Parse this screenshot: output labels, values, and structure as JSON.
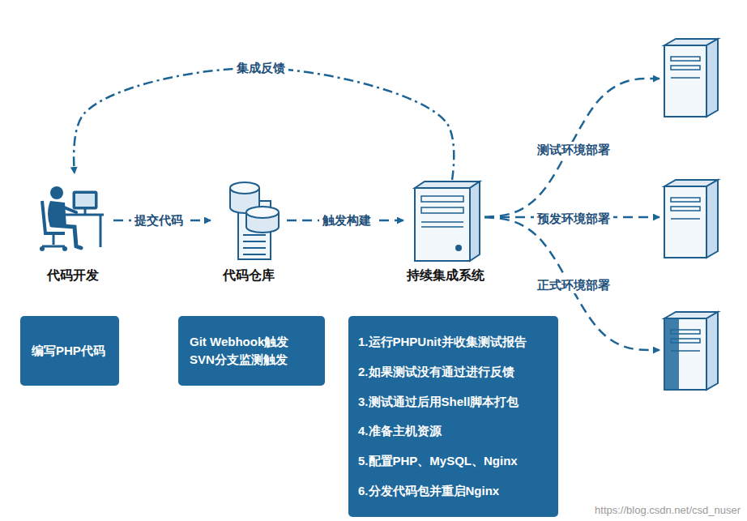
{
  "diagram": {
    "nodes": [
      {
        "text": [
          "代码开发"
        ]
      },
      {
        "text": [
          "代码仓库"
        ]
      },
      {
        "text": [
          "持续集成系统"
        ]
      },
      {
        "text": []
      },
      {
        "text": []
      },
      {
        "text": []
      },
      {
        "text": [
          "编写PHP代码"
        ]
      },
      {
        "text": [
          "Git Webhook触发 SVN分支监测触发"
        ]
      },
      {
        "text": [
          "1.运行PHPUnit并收集测试报告",
          "2.如果测试没有通过进行反馈",
          "3.测试通过后用Shell脚本打包",
          "4.准备主机资源",
          "5.配置PHP、MySQL、Nginx",
          "6.分发代码包并重启Nginx"
        ]
      }
    ],
    "edges": [
      {
        "from": 0,
        "to": 1,
        "label": "提交代码",
        "arrow": "to"
      },
      {
        "from": 1,
        "to": 2,
        "label": "触发构建",
        "arrow": "to"
      },
      {
        "from": 2,
        "to": 0,
        "label": "集成反馈",
        "arrow": "to"
      },
      {
        "from": 2,
        "to": 3,
        "label": "测试环境部署",
        "arrow": "to"
      },
      {
        "from": 2,
        "to": 4,
        "label": "预发环境部署",
        "arrow": "to"
      },
      {
        "from": 2,
        "to": 5,
        "label": "正式环境部署",
        "arrow": "to"
      }
    ],
    "labels": [
      "https://blog.csdn.net/csd_nuser"
    ]
  }
}
